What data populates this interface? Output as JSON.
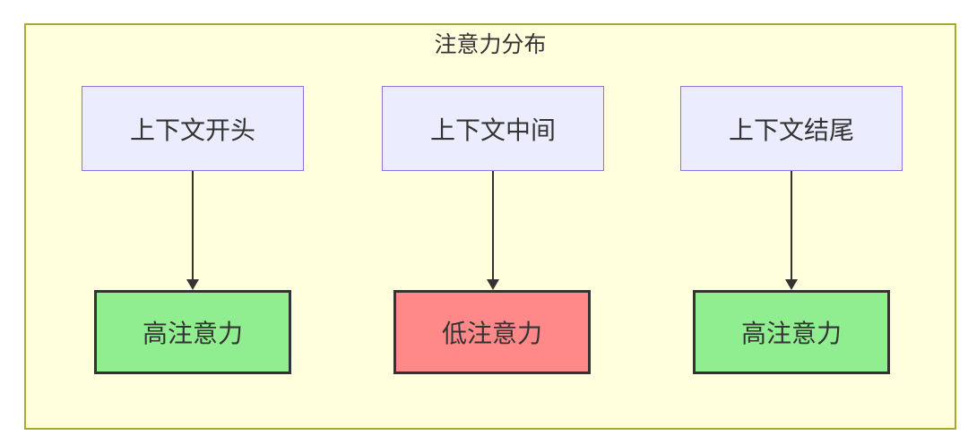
{
  "diagram": {
    "title": "注意力分布",
    "top_nodes": [
      {
        "label": "上下文开头"
      },
      {
        "label": "上下文中间"
      },
      {
        "label": "上下文结尾"
      }
    ],
    "bottom_nodes": [
      {
        "label": "高注意力",
        "level": "high"
      },
      {
        "label": "低注意力",
        "level": "low"
      },
      {
        "label": "高注意力",
        "level": "high"
      }
    ],
    "edges": [
      {
        "from": "上下文开头",
        "to": "高注意力"
      },
      {
        "from": "上下文中间",
        "to": "低注意力"
      },
      {
        "from": "上下文结尾",
        "to": "高注意力"
      }
    ],
    "colors": {
      "container_fill": "#FFFFDE",
      "container_border": "#AAAA33",
      "top_node_fill": "#ECECFF",
      "top_node_border": "#9370DB",
      "high_attention_fill": "#90EE90",
      "low_attention_fill": "#FF8888",
      "result_node_border": "#333333",
      "arrow": "#333333",
      "text": "#333333"
    }
  }
}
